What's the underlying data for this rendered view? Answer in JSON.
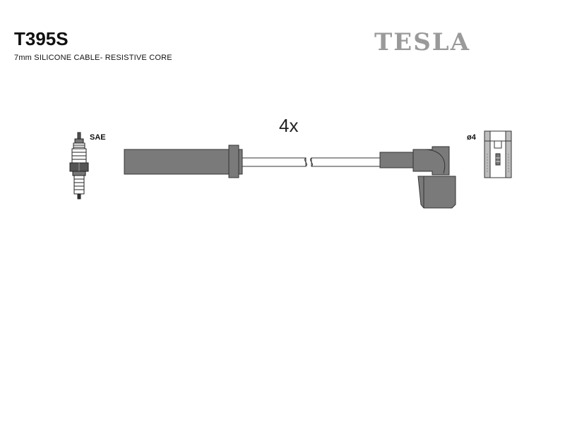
{
  "header": {
    "part_number": "T395S",
    "description": "7mm SILICONE CABLE- RESISTIVE CORE",
    "brand": "TESLA"
  },
  "diagram": {
    "quantity": "4x",
    "plug_label": "SAE",
    "terminal_label": "ø4"
  },
  "colors": {
    "part_fill": "#7a7a7a",
    "outline": "#333333",
    "brand": "#9a9a9a"
  }
}
